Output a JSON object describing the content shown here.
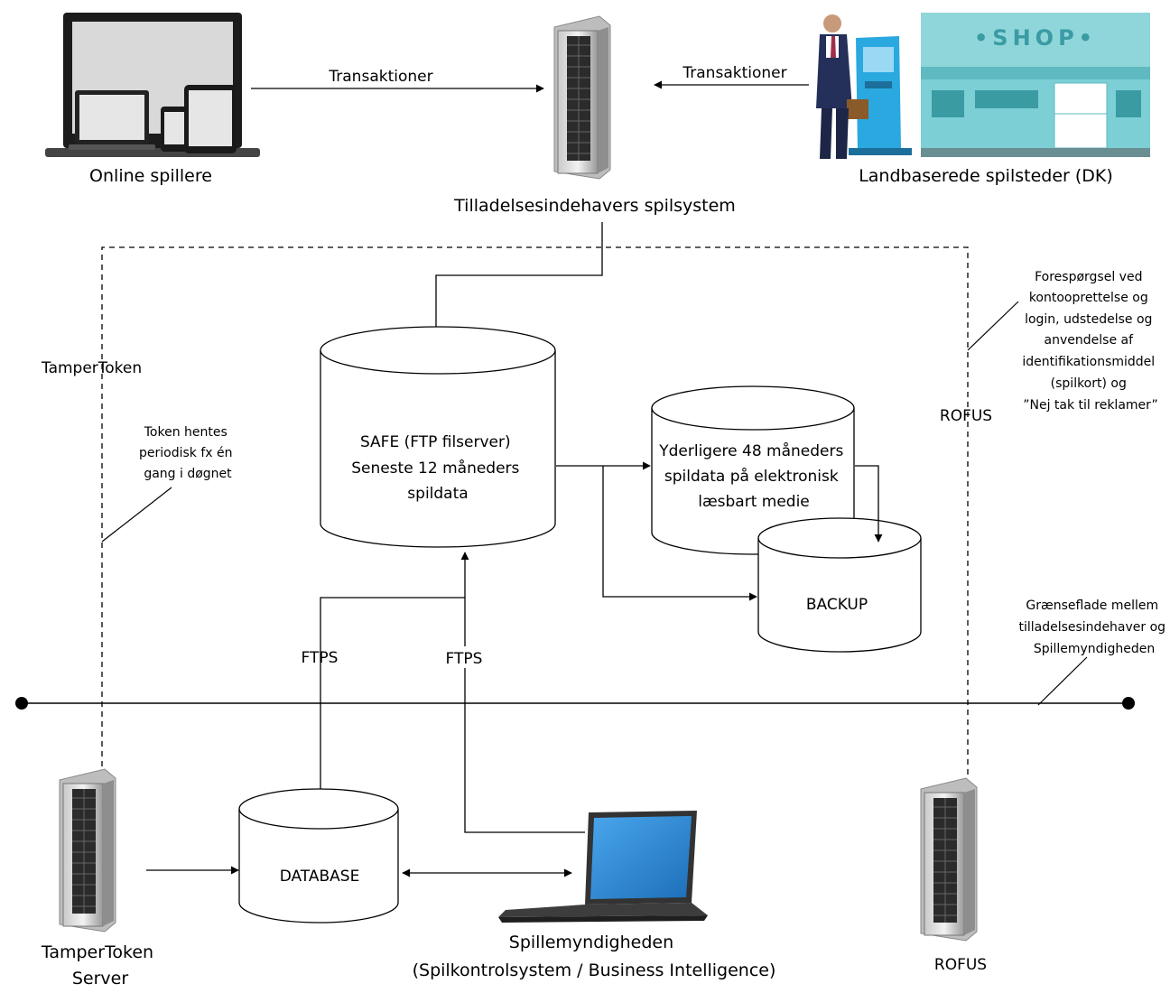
{
  "labels": {
    "online_players": "Online spillere",
    "land_based": "Landbaserede spilsteder (DK)",
    "licensee_system": "Tilladelsesindehavers spilsystem",
    "transactions_left": "Transaktioner",
    "transactions_right": "Transaktioner",
    "tampertoken": "TamperToken",
    "token_note": [
      "Token hentes",
      "periodisk fx én",
      "gang i døgnet"
    ],
    "rofus": "ROFUS",
    "rofus_note": [
      "Forespørgsel ved",
      "kontooprettelse og",
      "login, udstedelse og",
      "anvendelse af",
      "identifikationsmiddel",
      "(spilkort) og",
      "”Nej tak til reklamer”"
    ],
    "safe": [
      "SAFE (FTP filserver)",
      "Seneste 12 måneders",
      "spildata"
    ],
    "archive": [
      "Yderligere 48 måneders",
      "spildata på elektronisk",
      "læsbart medie"
    ],
    "backup": "BACKUP",
    "interface_note": [
      "Grænseflade mellem",
      "tilladelsesindehaver og",
      "Spillemyndigheden"
    ],
    "ftps_left": "FTPS",
    "ftps_right": "FTPS",
    "database": "DATABASE",
    "tampertoken_server": [
      "TamperToken",
      "Server"
    ],
    "authority": [
      "Spillemyndigheden",
      "(Spilkontrolsystem / Business Intelligence)"
    ],
    "rofus_server": "ROFUS",
    "shop_sign": "•SHOP•"
  },
  "icons": {
    "devices": "online-devices-icon",
    "server": "server-rack-icon",
    "shop": "shop-kiosk-icon",
    "laptop": "laptop-icon"
  },
  "colors": {
    "line": "#000000",
    "shop_teal": "#7ccfd4",
    "shop_dark": "#3a9ba3",
    "kiosk_blue": "#2aa8e0",
    "laptop_screen": "#2f8fd8"
  }
}
